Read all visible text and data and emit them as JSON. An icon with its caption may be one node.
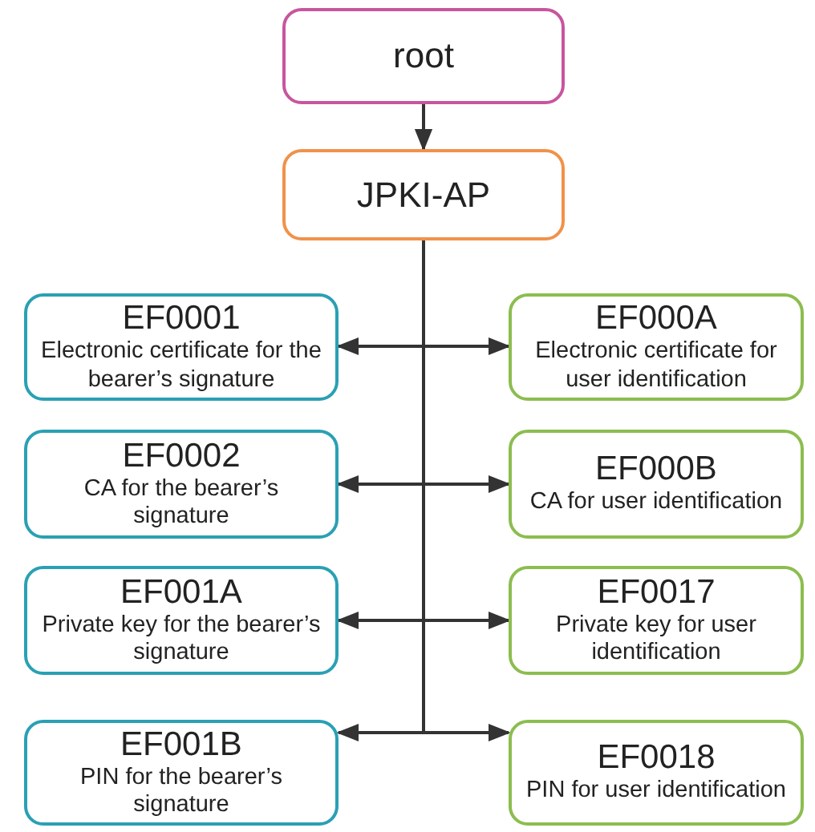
{
  "diagram": {
    "nodes": [
      {
        "text": [
          "root"
        ]
      },
      {
        "text": [
          "JPKI-AP"
        ]
      },
      {
        "text": [
          "EF0001",
          "Electronic certificate for the bearer’s signature"
        ]
      },
      {
        "text": [
          "EF000A",
          "Electronic certificate for user identification"
        ]
      },
      {
        "text": [
          "EF0002",
          "CA for the bearer’s signature"
        ]
      },
      {
        "text": [
          "EF000B",
          "CA for user identification"
        ]
      },
      {
        "text": [
          "EF001A",
          "Private key for the bearer’s signature"
        ]
      },
      {
        "text": [
          "EF0017",
          "Private key for user identification"
        ]
      },
      {
        "text": [
          "EF001B",
          "PIN for the bearer’s signature"
        ]
      },
      {
        "text": [
          "EF0018",
          "PIN for user identification"
        ]
      }
    ],
    "edges": [
      {
        "from": 0,
        "to": 1,
        "arrow": "to"
      },
      {
        "from": 1,
        "to": 2,
        "arrow": "to"
      },
      {
        "from": 1,
        "to": 3,
        "arrow": "to"
      },
      {
        "from": 1,
        "to": 4,
        "arrow": "to"
      },
      {
        "from": 1,
        "to": 5,
        "arrow": "to"
      },
      {
        "from": 1,
        "to": 6,
        "arrow": "to"
      },
      {
        "from": 1,
        "to": 7,
        "arrow": "to"
      },
      {
        "from": 1,
        "to": 8,
        "arrow": "to"
      },
      {
        "from": 1,
        "to": 9,
        "arrow": "to"
      }
    ]
  }
}
